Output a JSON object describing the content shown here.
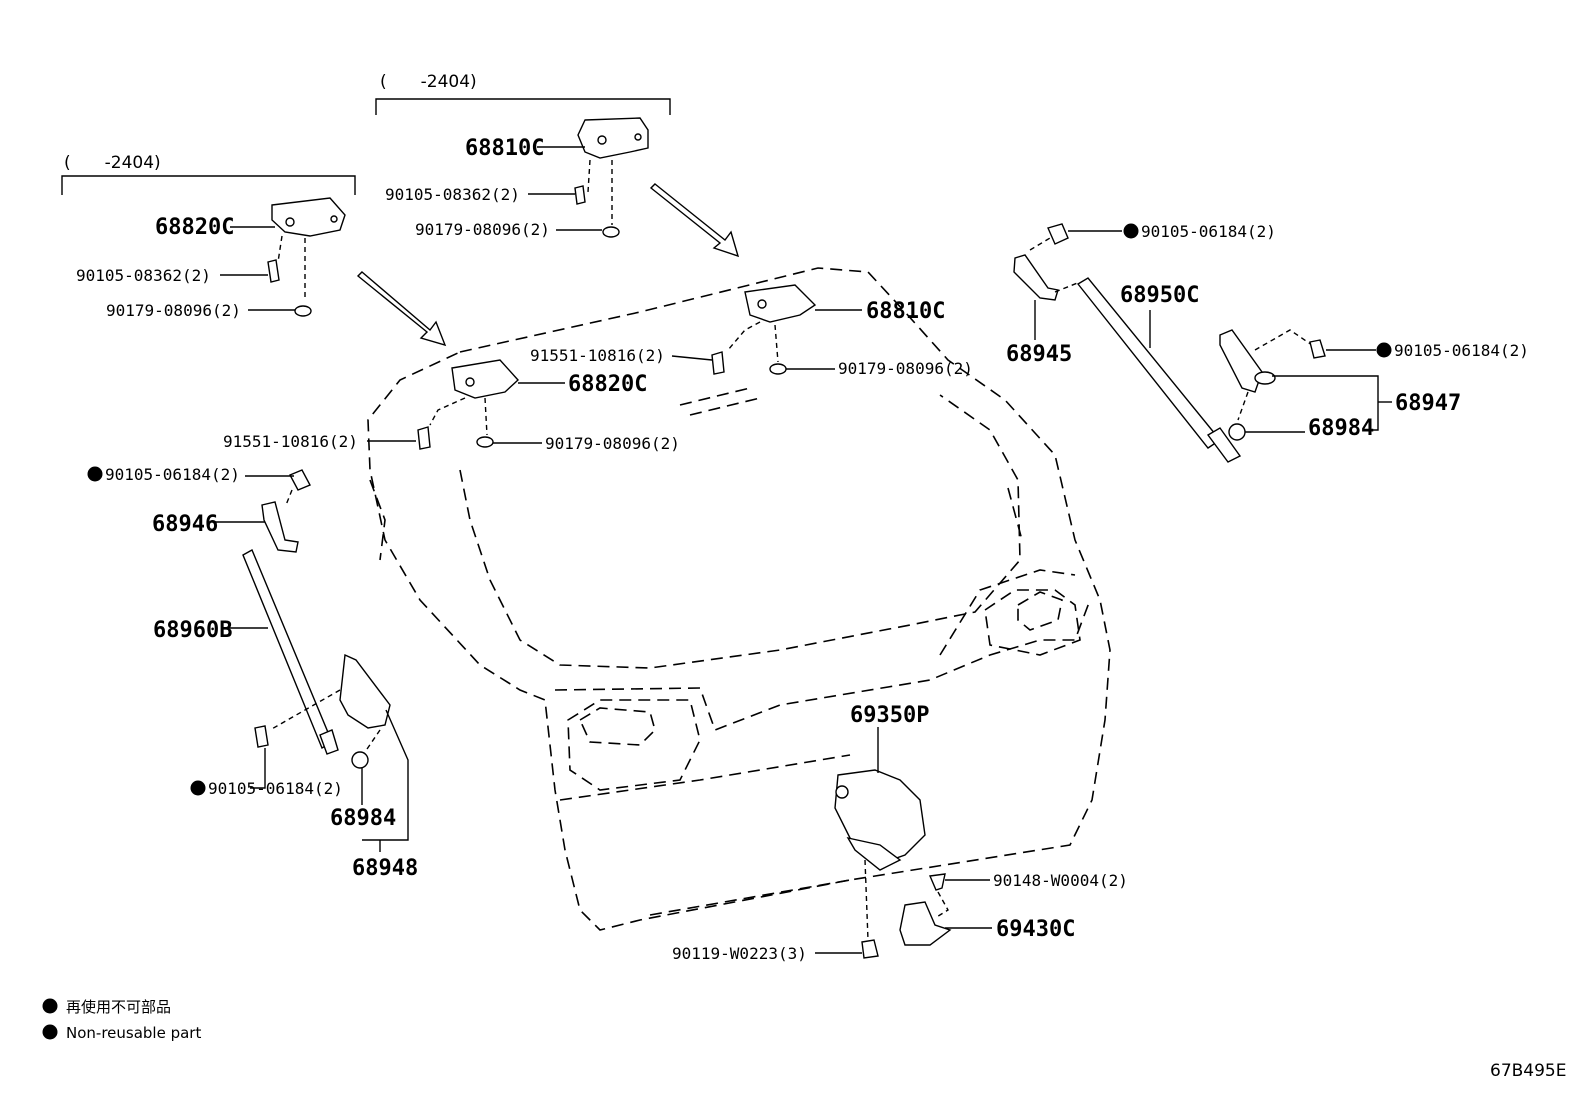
{
  "ranges": {
    "top": "(　　-2404)",
    "left": "(　　-2404)"
  },
  "labels": {
    "p68810c_top": "68810C",
    "p90105_08362_top": "90105-08362(2)",
    "p90179_08096_top": "90179-08096(2)",
    "p68820c_left": "68820C",
    "p90105_08362_left": "90105-08362(2)",
    "p90179_08096_left": "90179-08096(2)",
    "p68810c_right": "68810C",
    "p91551_upper": "91551-10816(2)",
    "p90179_mid_right": "90179-08096(2)",
    "p68820c_mid": "68820C",
    "p91551_lower": "91551-10816(2)",
    "p90179_mid_left": "90179-08096(2)",
    "p90105_06184_tr": "90105-06184(2)",
    "p68950c": "68950C",
    "p68945": "68945",
    "p90105_06184_r": "90105-06184(2)",
    "p68947": "68947",
    "p68984_r": "68984",
    "p90105_06184_l": "90105-06184(2)",
    "p68946": "68946",
    "p68960b": "68960B",
    "p90105_06184_bl": "90105-06184(2)",
    "p68984_l": "68984",
    "p68948": "68948",
    "p69350p": "69350P",
    "p90148": "90148-W0004(2)",
    "p69430c": "69430C",
    "p90119": "90119-W0223(3)"
  },
  "legend": {
    "line1": "再使用不可部品",
    "line2": "Non-reusable part"
  },
  "diagram_code": "67B495E"
}
